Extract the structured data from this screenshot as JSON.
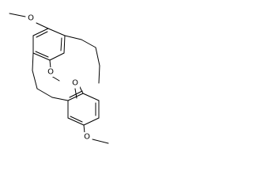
{
  "molecule": {
    "atom_labels": {
      "methoxy_1": "O",
      "methoxy_2": "O",
      "methoxy_3": "O",
      "methoxy_4": "O"
    }
  }
}
